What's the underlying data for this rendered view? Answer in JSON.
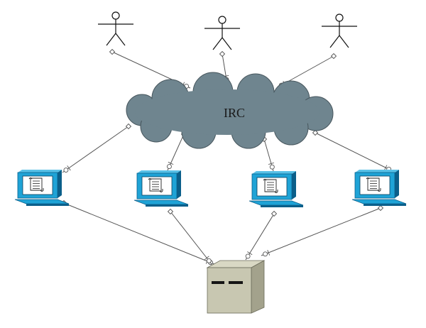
{
  "cloud": {
    "label": "IRC"
  },
  "colors": {
    "cloud_fill": "#6f858f",
    "monitor_blue": "#1fa3d6",
    "monitor_dark": "#0b5f8a",
    "server_front": "#c8c7b1",
    "server_side": "#a3a28c",
    "line": "#555555"
  },
  "nodes": {
    "users": [
      "user",
      "user",
      "user"
    ],
    "computers": [
      "computer",
      "computer",
      "computer",
      "computer"
    ],
    "server": "server"
  },
  "icons": {
    "user": "stick-figure-icon",
    "computer": "computer-monitor-icon",
    "document": "document-scroll-icon",
    "server": "server-tower-icon",
    "cloud": "cloud-icon"
  }
}
